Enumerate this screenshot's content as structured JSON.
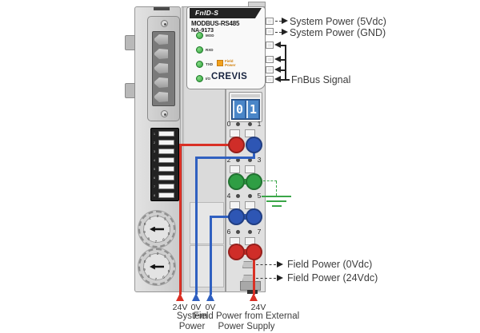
{
  "panel": {
    "series": "FnID-S",
    "protocol": "MODBUS-RS485",
    "model": "NA-9173",
    "brand": "CREVIS",
    "leds": [
      {
        "label": "MOD"
      },
      {
        "label": "RXD"
      },
      {
        "label": "TXD"
      },
      {
        "label": "I/O"
      }
    ],
    "field_power_led_label": "Field Power"
  },
  "display": {
    "digits": [
      "0",
      "1"
    ]
  },
  "terminals": {
    "rows": [
      {
        "left_label": "0",
        "right_label": "1",
        "left_color": "#cf2d28",
        "right_color": "#2e56b4"
      },
      {
        "left_label": "2",
        "right_label": "3",
        "left_color": "#2f9e44",
        "right_color": "#2f9e44"
      },
      {
        "left_label": "4",
        "right_label": "5",
        "left_color": "#2e56b4",
        "right_color": "#2e56b4"
      },
      {
        "left_label": "6",
        "right_label": "7",
        "left_color": "#cf2d28",
        "right_color": "#cf2d28"
      }
    ]
  },
  "dip_switch": {
    "positions": [
      "1",
      "2",
      "3",
      "4",
      "5",
      "6",
      "7",
      "8"
    ]
  },
  "rotary": {
    "digits": [
      "0",
      "1",
      "2",
      "3",
      "4",
      "5",
      "6",
      "7",
      "8",
      "9"
    ]
  },
  "annotations": {
    "system_power_5v": "System Power (5Vdc)",
    "system_power_gnd": "System Power (GND)",
    "fnbus_signal": "FnBus Signal",
    "field_power_0v": "Field Power (0Vdc)",
    "field_power_24v": "Field Power (24Vdc)",
    "bottom_pins": [
      "24V",
      "0V",
      "0V",
      "24V"
    ],
    "bottom_caption_left": "System Power",
    "bottom_caption_right": "Field Power from External Power Supply"
  },
  "colors": {
    "wire_red": "#d93025",
    "wire_blue": "#3060c0",
    "ground_green": "#3aa648",
    "led_green": "#2f9e3a",
    "field_power_orange": "#f2a11c",
    "display_blue": "#4a86c8"
  }
}
